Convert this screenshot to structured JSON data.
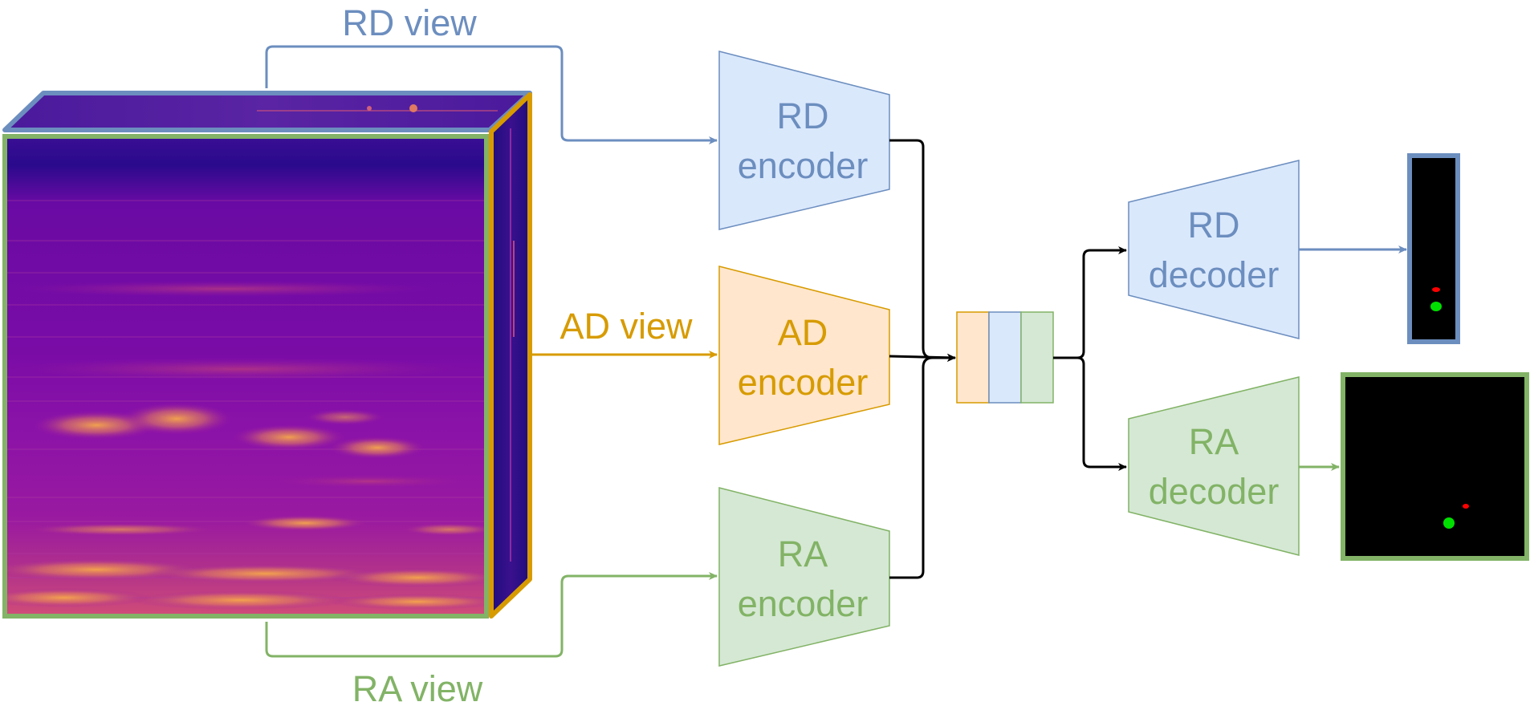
{
  "views": {
    "rd": "RD view",
    "ad": "AD view",
    "ra": "RA view"
  },
  "encoders": {
    "rd": [
      "RD",
      "encoder"
    ],
    "ad": [
      "AD",
      "encoder"
    ],
    "ra": [
      "RA",
      "encoder"
    ]
  },
  "decoders": {
    "rd": [
      "RD",
      "decoder"
    ],
    "ra": [
      "RA",
      "decoder"
    ]
  },
  "colors": {
    "rd_stroke": "#6c8ebf",
    "rd_fill": "#dae8fc",
    "ad_stroke": "#d79b00",
    "ad_fill": "#ffe6cc",
    "ra_stroke": "#82b366",
    "ra_fill": "#d5e8d4",
    "rd_text": "#6c8ebf",
    "ad_text": "#d79b00",
    "ra_text": "#82b366",
    "arrow": "#000000",
    "heatmap_low": "#2a0a8c",
    "heatmap_mid": "#8a10a8",
    "heatmap_high": "#f0a040",
    "mask_bg": "#000000",
    "mask_red": "#ff0000",
    "mask_green": "#00e000",
    "cube_top": "#5a2fa0",
    "cube_side": "#2a1a8c"
  }
}
